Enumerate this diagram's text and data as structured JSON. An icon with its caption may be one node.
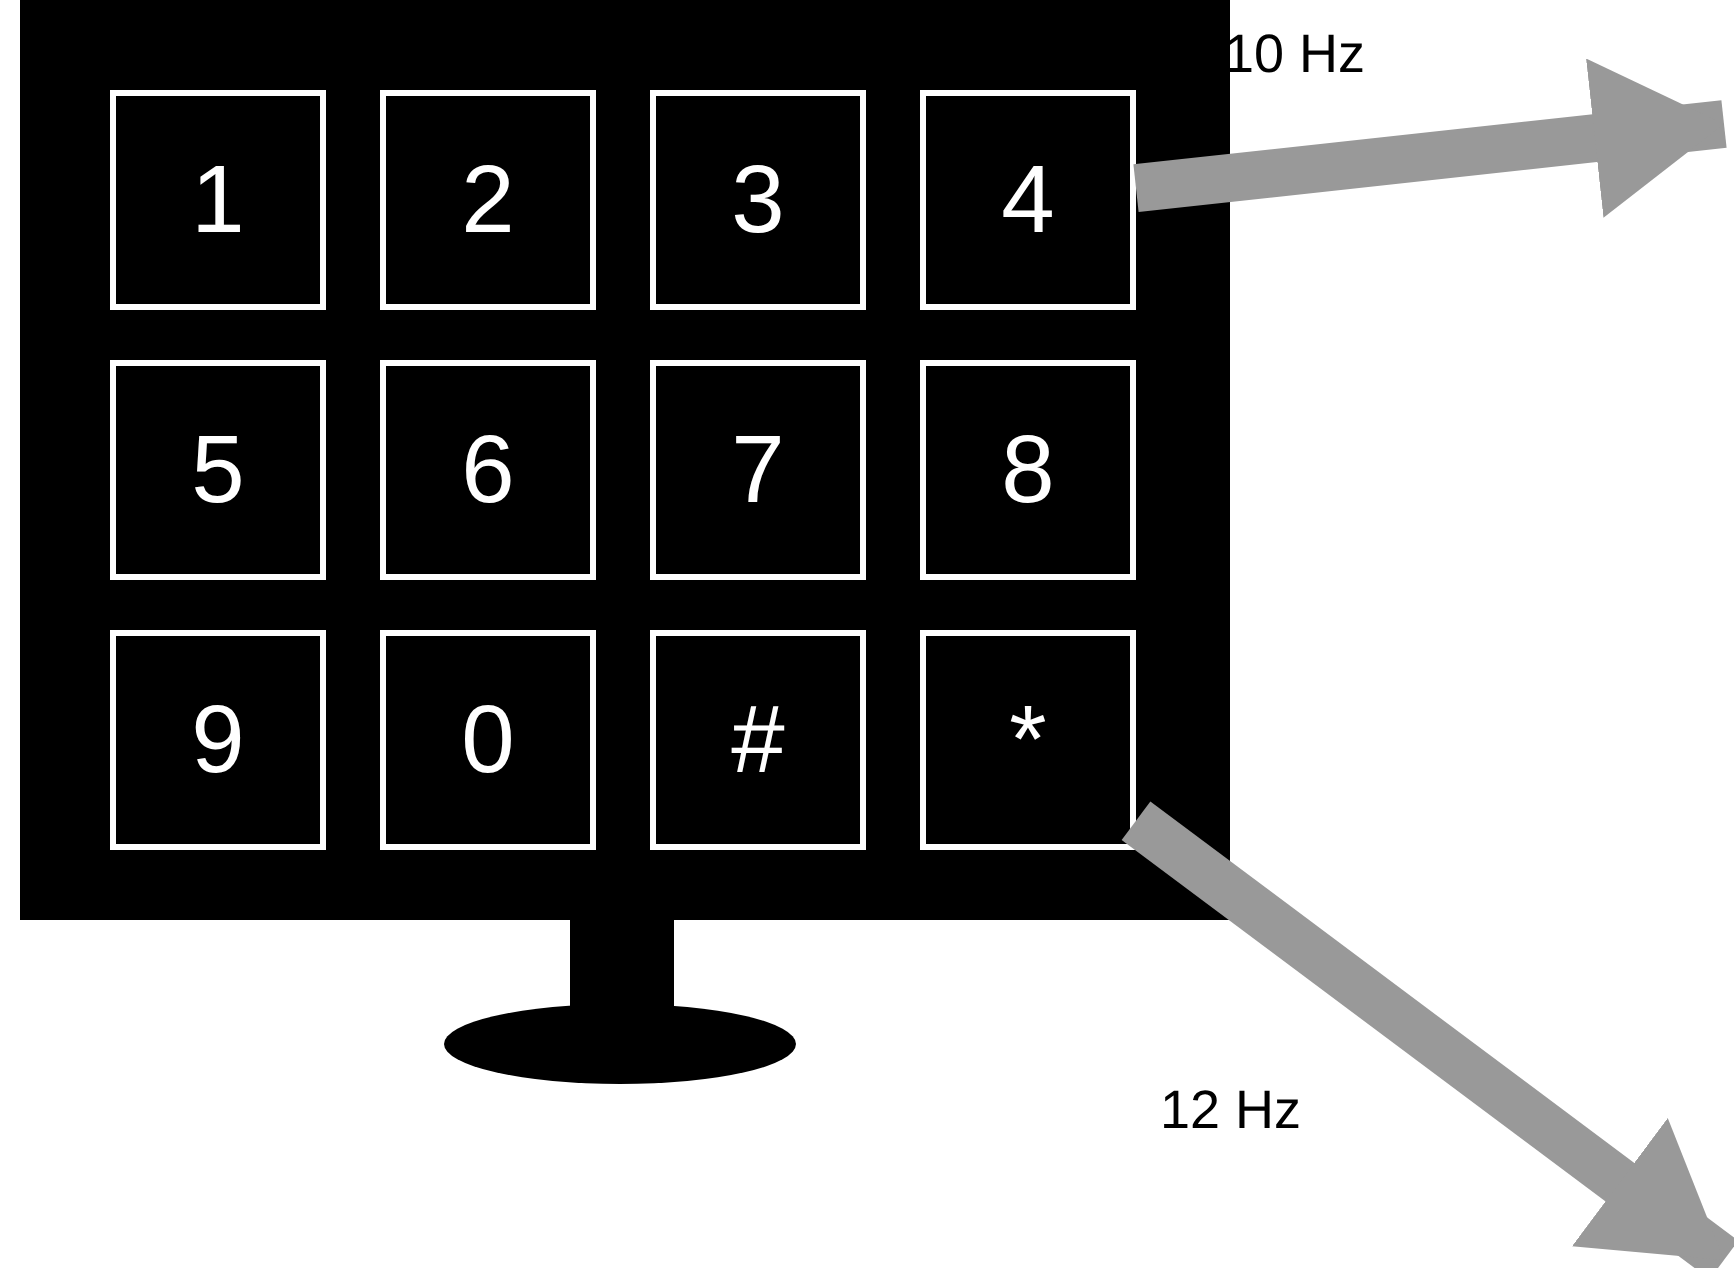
{
  "diagram": {
    "nodes": [
      {
        "text": [],
        "shape": "box"
      },
      {
        "text": [
          "1"
        ],
        "in": 0
      },
      {
        "text": [
          "2"
        ],
        "in": 0
      },
      {
        "text": [
          "3"
        ],
        "in": 0
      },
      {
        "text": [
          "4"
        ],
        "in": 0
      },
      {
        "text": [
          "5"
        ],
        "in": 0
      },
      {
        "text": [
          "6"
        ],
        "in": 0
      },
      {
        "text": [
          "7"
        ],
        "in": 0
      },
      {
        "text": [
          "8"
        ],
        "in": 0
      },
      {
        "text": [
          "9"
        ],
        "in": 0
      },
      {
        "text": [
          "0"
        ],
        "in": 0
      },
      {
        "text": [
          "#"
        ],
        "in": 0
      },
      {
        "text": [
          "*"
        ],
        "in": 0
      }
    ],
    "edges": [
      {
        "from": 4,
        "to": null,
        "arrow": "to",
        "label": "10 Hz"
      },
      {
        "from": 12,
        "to": null,
        "arrow": "to",
        "label": "12 Hz"
      }
    ]
  }
}
